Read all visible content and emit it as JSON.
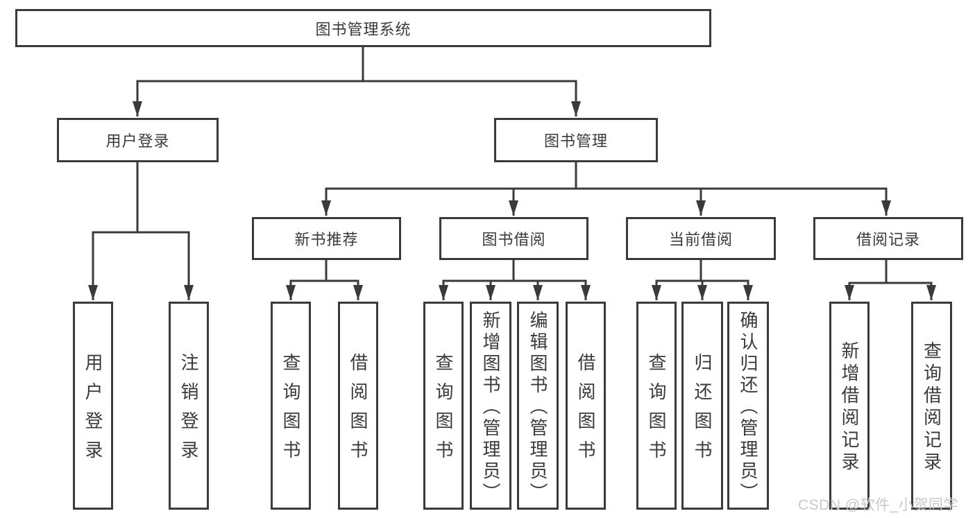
{
  "tree": {
    "label": "图书管理系统",
    "children": [
      {
        "label": "用户登录",
        "children": [
          {
            "label": "用户登录"
          },
          {
            "label": "注销登录"
          }
        ]
      },
      {
        "label": "图书管理",
        "children": [
          {
            "label": "新书推荐",
            "children": [
              {
                "label": "查询图书"
              },
              {
                "label": "借阅图书"
              }
            ]
          },
          {
            "label": "图书借阅",
            "children": [
              {
                "label": "查询图书"
              },
              {
                "label": "新增图书（管理员）"
              },
              {
                "label": "编辑图书（管理员）"
              },
              {
                "label": "借阅图书"
              }
            ]
          },
          {
            "label": "当前借阅",
            "children": [
              {
                "label": "查询图书"
              },
              {
                "label": "归还图书"
              },
              {
                "label": "确认归还（管理员）"
              }
            ]
          },
          {
            "label": "借阅记录",
            "children": [
              {
                "label": "新增借阅记录"
              },
              {
                "label": "查询借阅记录"
              }
            ]
          }
        ]
      }
    ]
  },
  "watermark": {
    "text": "CSDN @软件_小贺同学"
  },
  "colors": {
    "line": "#3a3a3a",
    "box_border": "#3a3a3a",
    "text": "#3a3a3a",
    "watermark": "#c8c8c8",
    "background": "#ffffff"
  }
}
